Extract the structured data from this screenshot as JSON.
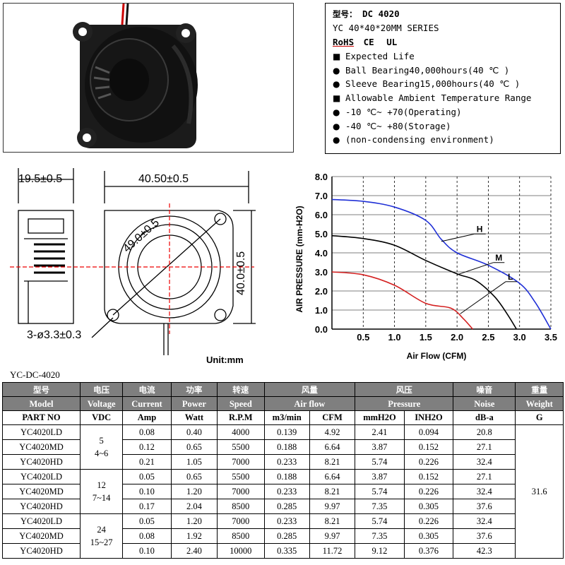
{
  "spec": {
    "model_line_cn": "型号：",
    "model_line_val": "DC 4020",
    "series": "YC 40*40*20MM SERIES",
    "cert_rohs": "RoHS",
    "cert_ce": "CE",
    "cert_ul": "UL",
    "items": [
      {
        "bullet": "■",
        "text": "Expected Life"
      },
      {
        "bullet": "●",
        "text": "Ball Bearing40,000hours(40 ℃ )"
      },
      {
        "bullet": "●",
        "text": "Sleeve Bearing15,000hours(40 ℃ )"
      },
      {
        "bullet": "■",
        "text": "Allowable Ambient Temperature Range"
      },
      {
        "bullet": "●",
        "text": "-10 ℃~ +70(Operating)"
      },
      {
        "bullet": "●",
        "text": "-40 ℃~ +80(Storage)"
      },
      {
        "bullet": "●",
        "text": "(non-condensing environment)"
      }
    ]
  },
  "drawing": {
    "dim_side_width": "19.5±0.5",
    "dim_front_width": "40.50±0.5",
    "dim_diagonal": "49.0±0.5",
    "dim_height": "40.0±0.5",
    "dim_holes": "3-ø3.3±0.3",
    "unit": "Unit:mm"
  },
  "chart_data": {
    "type": "line",
    "title": "",
    "xlabel": "Air Flow (CFM)",
    "ylabel": "AIR PRESSURE (mm-H2O)",
    "xlim": [
      0,
      3.5
    ],
    "ylim": [
      0,
      8.0
    ],
    "x_ticks": [
      "0.5",
      "1.0",
      "1.5",
      "2.0",
      "2.5",
      "3.0",
      "3.5"
    ],
    "y_ticks": [
      "0.0",
      "1.0",
      "2.0",
      "3.0",
      "4.0",
      "5.0",
      "6.0",
      "7.0",
      "8.0"
    ],
    "grid": "vertical dashed",
    "series": [
      {
        "name": "H",
        "color": "#1f2fd6",
        "points": [
          [
            0,
            6.8
          ],
          [
            0.5,
            6.7
          ],
          [
            1.0,
            6.4
          ],
          [
            1.5,
            5.7
          ],
          [
            1.75,
            4.7
          ],
          [
            2.0,
            4.0
          ],
          [
            2.5,
            3.35
          ],
          [
            3.0,
            2.4
          ],
          [
            3.25,
            1.4
          ],
          [
            3.5,
            0.0
          ]
        ]
      },
      {
        "name": "M",
        "color": "#000000",
        "points": [
          [
            0,
            4.9
          ],
          [
            0.5,
            4.75
          ],
          [
            1.0,
            4.4
          ],
          [
            1.5,
            3.6
          ],
          [
            2.0,
            2.9
          ],
          [
            2.3,
            2.55
          ],
          [
            2.6,
            1.7
          ],
          [
            2.8,
            0.8
          ],
          [
            2.95,
            0.0
          ]
        ]
      },
      {
        "name": "L",
        "color": "#d42020",
        "points": [
          [
            0,
            3.0
          ],
          [
            0.5,
            2.85
          ],
          [
            1.0,
            2.3
          ],
          [
            1.5,
            1.35
          ],
          [
            1.9,
            1.1
          ],
          [
            2.1,
            0.55
          ],
          [
            2.25,
            0.0
          ]
        ]
      }
    ]
  },
  "table": {
    "caption": "YC-DC-4020",
    "header_cn": [
      "型号",
      "电压",
      "电流",
      "功率",
      "转速",
      "风量",
      "风压",
      "噪音",
      "重量"
    ],
    "header_en": [
      "Model",
      "Voltage",
      "Current",
      "Power",
      "Speed",
      "Air flow",
      "Pressure",
      "Noise",
      "Weight"
    ],
    "units": [
      "PART NO",
      "VDC",
      "Amp",
      "Watt",
      "R.P.M",
      "m3/min",
      "CFM",
      "mmH2O",
      "INH2O",
      "dB-a",
      "G"
    ],
    "voltage_groups": [
      {
        "top": "5",
        "bottom": "4~6"
      },
      {
        "top": "12",
        "bottom": "7~14"
      },
      {
        "top": "24",
        "bottom": "15~27"
      }
    ],
    "weight": "31.6",
    "rows": [
      [
        "YC4020LD",
        "0.08",
        "0.40",
        "4000",
        "0.139",
        "4.92",
        "2.41",
        "0.094",
        "20.8"
      ],
      [
        "YC4020MD",
        "0.12",
        "0.65",
        "5500",
        "0.188",
        "6.64",
        "3.87",
        "0.152",
        "27.1"
      ],
      [
        "YC4020HD",
        "0.21",
        "1.05",
        "7000",
        "0.233",
        "8.21",
        "5.74",
        "0.226",
        "32.4"
      ],
      [
        "YC4020LD",
        "0.05",
        "0.65",
        "5500",
        "0.188",
        "6.64",
        "3.87",
        "0.152",
        "27.1"
      ],
      [
        "YC4020MD",
        "0.10",
        "1.20",
        "7000",
        "0.233",
        "8.21",
        "5.74",
        "0.226",
        "32.4"
      ],
      [
        "YC4020HD",
        "0.17",
        "2.04",
        "8500",
        "0.285",
        "9.97",
        "7.35",
        "0.305",
        "37.6"
      ],
      [
        "YC4020LD",
        "0.05",
        "1.20",
        "7000",
        "0.233",
        "8.21",
        "5.74",
        "0.226",
        "32.4"
      ],
      [
        "YC4020MD",
        "0.08",
        "1.92",
        "8500",
        "0.285",
        "9.97",
        "7.35",
        "0.305",
        "37.6"
      ],
      [
        "YC4020HD",
        "0.10",
        "2.40",
        "10000",
        "0.335",
        "11.72",
        "9.12",
        "0.376",
        "42.3"
      ]
    ]
  }
}
